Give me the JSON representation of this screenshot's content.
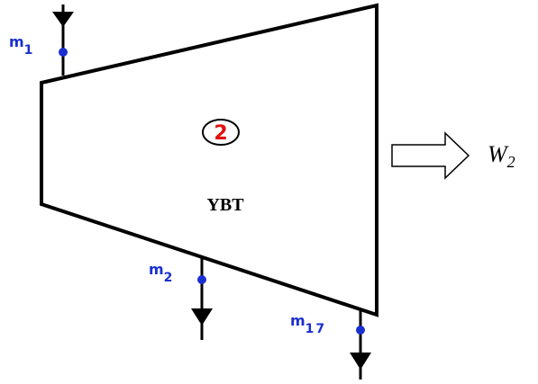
{
  "diagram": {
    "type": "turbine-schematic",
    "component_number": "2",
    "component_label": "YBT",
    "work_output": {
      "symbol": "W",
      "subscript": "2"
    },
    "streams": [
      {
        "id": "inlet",
        "name": "m",
        "subscript": "1",
        "direction": "in"
      },
      {
        "id": "extraction",
        "name": "m",
        "subscript": "2",
        "direction": "out"
      },
      {
        "id": "exhaust",
        "name": "m",
        "subscript": "17",
        "direction": "out"
      }
    ]
  },
  "colors": {
    "stream_label": "#1a2fd0",
    "component_number": "#e01010",
    "outline": "#000000"
  }
}
